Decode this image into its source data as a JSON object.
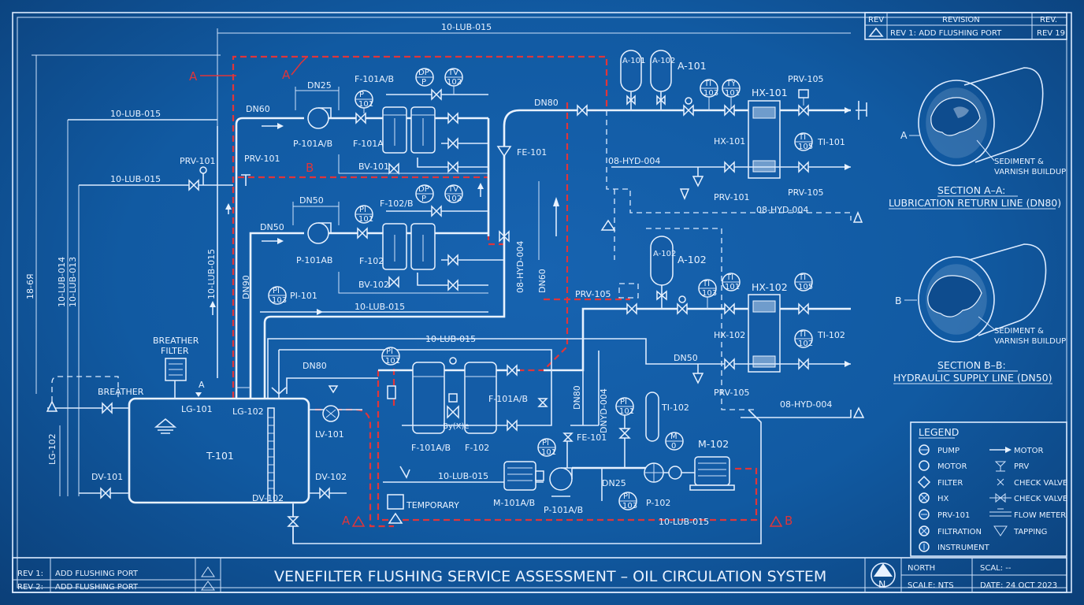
{
  "title_block": {
    "title": "VENEFILTER FLUSHING SERVICE ASSESSMENT – OIL CIRCULATION SYSTEM",
    "rev_rows": [
      {
        "rev": "REV 1:",
        "desc": "ADD FLUSHING PORT"
      },
      {
        "rev": "REV 2:",
        "desc": "ADD FLUSHING PORT"
      }
    ],
    "north": "NORTH",
    "north_mark": "N",
    "scale": "SCALE: NTS",
    "scal": "SCAL: --",
    "date": "DATE: 24 OCT 2023"
  },
  "revision_table": {
    "h_rev": "REV",
    "h_revision": "REVISION",
    "h_rev2": "REV.",
    "row_desc": "REV 1: ADD FLUSHING PORT",
    "row_rev": "REV 19"
  },
  "sections": {
    "a_marker": "A",
    "a_note1": "SEDIMENT &",
    "a_note2": "VARNISH BUILDUP",
    "a_title": "SECTION A–A:",
    "a_sub": "LUBRICATION RETURN LINE (DN80)",
    "b_marker": "B",
    "b_note1": "SEDIMENT &",
    "b_note2": "VARNISH BUILDUP",
    "b_title": "SECTION B–B:",
    "b_sub": "HYDRAULIC SUPPLY LINE (DN50)"
  },
  "legend": {
    "title": "LEGEND",
    "left": [
      "PUMP",
      "MOTOR",
      "FILTER",
      "HX",
      "PRV-101",
      "FILTRATION",
      "INSTRUMENT"
    ],
    "right": [
      "MOTOR",
      "PRV",
      "CHECK VALVE",
      "CHECK VALVE",
      "FLOW METER",
      "TAPPING"
    ]
  },
  "labels": {
    "top_line": "10-LUB-015",
    "a_mark": "A",
    "b_mark": "B",
    "dn25": "DN25",
    "dn60": "DN60",
    "dn80_top": "DN80",
    "dn50": "DN50",
    "dn80_mid": "DN80",
    "p101ab_top": "P-101A/B",
    "p101ab_mid": "P-101AB",
    "f101ab_top": "F-101A/B",
    "f101a": "F-101A",
    "bv101": "BV-101",
    "f102b": "F-102/B",
    "f102": "F-102",
    "bv102": "BV-102",
    "fe101": "FE-101",
    "a101": "A-101",
    "a101_tank": "A-101",
    "a102_tank": "A-102",
    "a102": "A-102",
    "a102_tank2": "A-102",
    "hx101": "HX-101",
    "hx101_side": "HX-101",
    "hx102": "HX-102",
    "hx102_side": "HX-102",
    "prv105_top": "PRV-105",
    "prv105_b": "PRV-105",
    "prv105_mid": "PRV-105",
    "prv105_low": "PRV-105",
    "prv101_a": "PRV-101",
    "prv101_b": "PRV-101",
    "prv101_c": "PRV-101",
    "ti101": "TI-101",
    "ti102": "TI-102",
    "ti102_b": "TI-102",
    "hyd_a": "08-HYD-004",
    "hyd_b": "08-HYD-004",
    "hyd_c": "08-HYD-004",
    "hyd_v": "08-HYD-004",
    "dnyd": "DNYD-004",
    "lub_left1": "10-LUB-015",
    "lub_left2": "10-LUB-015",
    "lub_vert": "10-LUB-015",
    "lub_mid": "10-LUB-015",
    "lub_center": "10-LUB-015",
    "lub_bottom": "10-LUB-015",
    "lub_bottom2": "10-LUB-015",
    "lub014": "10-LUB-014",
    "lub013": "10-LUB-013",
    "dim_left": "18-6Я",
    "dn90": "DN90",
    "dn60_v": "DN60",
    "dn80_v": "DN80",
    "dn80_tank": "DN80",
    "dn50_b": "DN50",
    "pi101": "PI-101",
    "breather_filter1": "BREATHER",
    "breather_filter2": "FILTER",
    "breather": "BREATHER",
    "lg101": "LG-101",
    "lg102": "LG-102",
    "lg102_v": "LG-102",
    "t101": "T-101",
    "lv101": "LV-101",
    "dv101": "DV-101",
    "dv102": "DV-102",
    "dv102_b": "DV-102",
    "f101ab_low": "F-101A/B",
    "f102_low": "F-102",
    "f101ab_right": "F-101A/B",
    "byp": "B​y(X)e",
    "fe101_b": "FE-101",
    "temporary": "TEMPORARY",
    "m101ab": "M-101A/B",
    "p101ab_low": "P-101A/B",
    "p102": "P-102",
    "m102": "M-102",
    "bot_a": "A",
    "bot_b": "B"
  },
  "tags": {
    "dp": "DP",
    "p": "P",
    "tv": "TV",
    "t101n": "102",
    "pi": "PI",
    "n101": "101",
    "tt": "TI",
    "n103": "103",
    "ty": "TY",
    "n101b": "101",
    "ti": "TI",
    "n105": "105",
    "m": "M",
    "o": "0"
  },
  "colors": {
    "background": "#115aa2",
    "line": "#dcebff",
    "flush_path": "#e0353a"
  }
}
